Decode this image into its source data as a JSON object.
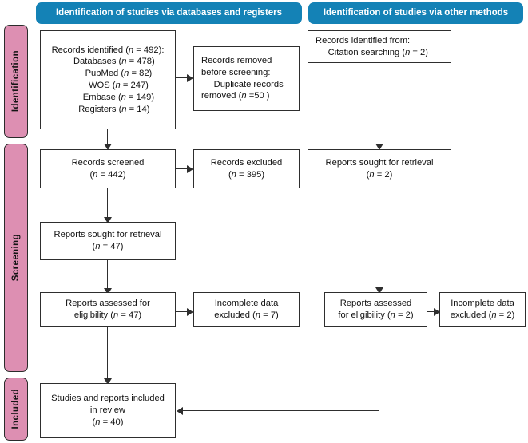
{
  "diagram": {
    "title": "PRISMA flow diagram",
    "colors": {
      "header_blue": "#1482b6",
      "stage_pink": "#dd8fb2",
      "box_border": "#2e2e2e",
      "box_fill": "#ffffff"
    }
  },
  "stages": [
    {
      "id": "identification",
      "label": "Identification"
    },
    {
      "id": "screening",
      "label": "Screening"
    },
    {
      "id": "included",
      "label": "Included"
    }
  ],
  "columns": [
    {
      "id": "databases",
      "header": "Identification of studies via databases and registers"
    },
    {
      "id": "other",
      "header": "Identification of studies via other methods"
    }
  ],
  "boxes": {
    "records_identified": {
      "lines": [
        "Records identified (n = 492):",
        "Databases (n = 478)",
        "PubMed (n = 82)",
        "WOS (n = 247)",
        "Embase (n = 149)",
        "Registers (n = 14)"
      ]
    },
    "records_removed": {
      "lines": [
        "Records removed",
        "before screening:",
        "Duplicate records",
        "removed  (n =50 )"
      ]
    },
    "records_identified_other": {
      "lines": [
        "Records identified from:",
        "Citation searching (n = 2)"
      ]
    },
    "records_screened": {
      "lines": [
        "Records screened",
        "(n = 442)"
      ]
    },
    "records_excluded": {
      "lines": [
        "Records excluded",
        "(n = 395)"
      ]
    },
    "reports_sought_left": {
      "lines": [
        "Reports sought for retrieval",
        "(n = 47)"
      ]
    },
    "reports_sought_right": {
      "lines": [
        "Reports sought for retrieval",
        "(n = 2)"
      ]
    },
    "reports_assessed_left": {
      "lines": [
        "Reports assessed for",
        "eligibility (n = 47)"
      ]
    },
    "incomplete_left": {
      "lines": [
        "Incomplete data",
        "excluded (n = 7)"
      ]
    },
    "reports_assessed_right": {
      "lines": [
        "Reports assessed",
        "for eligibility (n = 2)"
      ]
    },
    "incomplete_right": {
      "lines": [
        "Incomplete data",
        "excluded (n = 2)"
      ]
    },
    "studies_included": {
      "lines": [
        "Studies and reports included",
        "in review",
        "(n = 40)"
      ]
    }
  },
  "chart_data": {
    "type": "diagram",
    "title": "PRISMA 2020 flow diagram",
    "nodes": [
      {
        "id": "records_identified",
        "column": "databases",
        "stage": "identification",
        "text": "Records identified (n = 492): Databases (n = 478) PubMed (n = 82) WOS (n = 247) Embase (n = 149) Registers (n = 14)",
        "n": 492
      },
      {
        "id": "records_removed",
        "column": "databases",
        "stage": "identification",
        "text": "Records removed before screening: Duplicate records removed (n = 50)",
        "n": 50
      },
      {
        "id": "records_identified_other",
        "column": "other",
        "stage": "identification",
        "text": "Records identified from: Citation searching (n = 2)",
        "n": 2
      },
      {
        "id": "records_screened",
        "column": "databases",
        "stage": "screening",
        "text": "Records screened (n = 442)",
        "n": 442
      },
      {
        "id": "records_excluded",
        "column": "databases",
        "stage": "screening",
        "text": "Records excluded (n = 395)",
        "n": 395
      },
      {
        "id": "reports_sought_left",
        "column": "databases",
        "stage": "screening",
        "text": "Reports sought for retrieval (n = 47)",
        "n": 47
      },
      {
        "id": "reports_sought_right",
        "column": "other",
        "stage": "screening",
        "text": "Reports sought for retrieval (n = 2)",
        "n": 2
      },
      {
        "id": "reports_assessed_left",
        "column": "databases",
        "stage": "screening",
        "text": "Reports assessed for eligibility (n = 47)",
        "n": 47
      },
      {
        "id": "incomplete_left",
        "column": "databases",
        "stage": "screening",
        "text": "Incomplete data excluded (n = 7)",
        "n": 7
      },
      {
        "id": "reports_assessed_right",
        "column": "other",
        "stage": "screening",
        "text": "Reports assessed for eligibility (n = 2)",
        "n": 2
      },
      {
        "id": "incomplete_right",
        "column": "other",
        "stage": "screening",
        "text": "Incomplete data excluded (n = 2)",
        "n": 2
      },
      {
        "id": "studies_included",
        "column": "databases",
        "stage": "included",
        "text": "Studies and reports included in review (n = 40)",
        "n": 40
      }
    ],
    "edges": [
      {
        "from": "records_identified",
        "to": "records_removed",
        "direction": "right"
      },
      {
        "from": "records_identified",
        "to": "records_screened",
        "direction": "down"
      },
      {
        "from": "records_screened",
        "to": "records_excluded",
        "direction": "right"
      },
      {
        "from": "records_screened",
        "to": "reports_sought_left",
        "direction": "down"
      },
      {
        "from": "reports_sought_left",
        "to": "reports_assessed_left",
        "direction": "down"
      },
      {
        "from": "reports_assessed_left",
        "to": "incomplete_left",
        "direction": "right"
      },
      {
        "from": "reports_assessed_left",
        "to": "studies_included",
        "direction": "down"
      },
      {
        "from": "records_identified_other",
        "to": "reports_sought_right",
        "direction": "down"
      },
      {
        "from": "reports_sought_right",
        "to": "reports_assessed_right",
        "direction": "down"
      },
      {
        "from": "reports_assessed_right",
        "to": "incomplete_right",
        "direction": "right"
      },
      {
        "from": "reports_assessed_right",
        "to": "studies_included",
        "direction": "left"
      }
    ]
  }
}
